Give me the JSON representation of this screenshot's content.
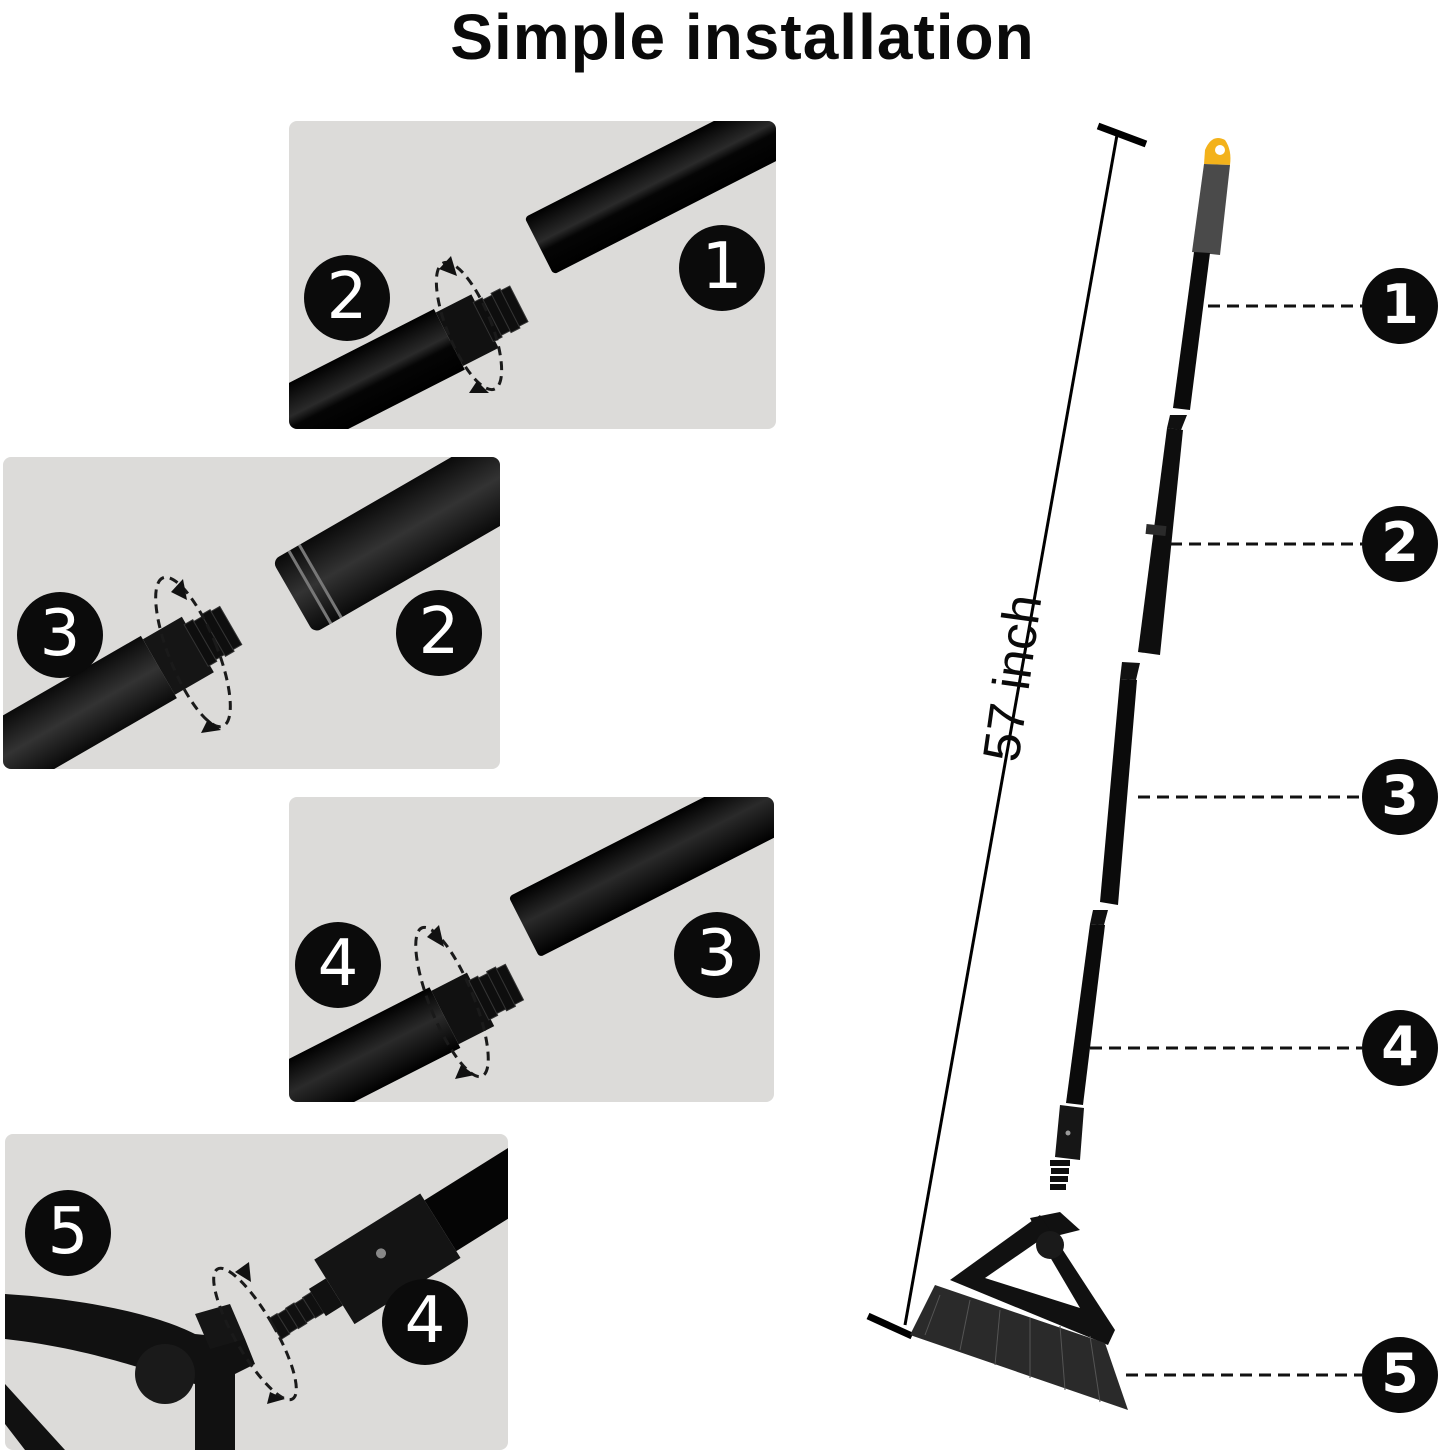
{
  "title": "Simple installation",
  "colors": {
    "panel_bg": "#dcdbd9",
    "pole": "#0b0b0b",
    "badge_bg": "#0b0b0b",
    "badge_text": "#ffffff",
    "hang_cap": "#f3b21b",
    "grip": "#4a4a4a"
  },
  "steps": [
    {
      "id": "step-1",
      "left_badge": "2",
      "right_badge": "1",
      "icon": "rotate-arrows-icon"
    },
    {
      "id": "step-2",
      "left_badge": "3",
      "right_badge": "2",
      "icon": "rotate-arrows-icon"
    },
    {
      "id": "step-3",
      "left_badge": "4",
      "right_badge": "3",
      "icon": "rotate-arrows-icon"
    },
    {
      "id": "step-4",
      "left_badge": "5",
      "right_badge": "4",
      "icon": "rotate-arrows-icon"
    }
  ],
  "assembly": {
    "length_label": "57 inch",
    "callouts": [
      {
        "label": "1",
        "part": "top pole with hang cap"
      },
      {
        "label": "2",
        "part": "second pole section"
      },
      {
        "label": "3",
        "part": "third pole section"
      },
      {
        "label": "4",
        "part": "bottom pole with threaded connector"
      },
      {
        "label": "5",
        "part": "angled broom head"
      }
    ]
  }
}
